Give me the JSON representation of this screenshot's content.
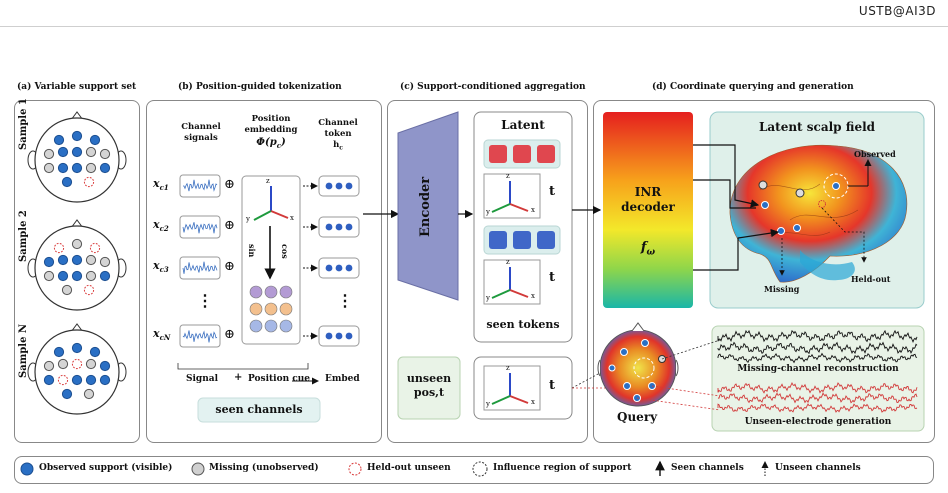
{
  "brand": "USTB@AI3D",
  "panels": {
    "a": {
      "title": "(a) Variable support set",
      "samples": [
        "Sample 1",
        "Sample 2",
        "Sample N"
      ]
    },
    "b": {
      "title": "(b) Position-guided tokenization",
      "col_channel_signals": [
        "Channel",
        "signals"
      ],
      "col_position_embedding": [
        "Position",
        "embedding"
      ],
      "phi": "Φ(p",
      "phi_sub": "c",
      "phi_close": ")",
      "col_channel_token": [
        "Channel",
        "token"
      ],
      "hc": "h",
      "hc_sub": "c",
      "rows": [
        "c1",
        "c2",
        "c3",
        "cN"
      ],
      "x_label": "x",
      "oplus": "⊕",
      "sin": "sin",
      "cos": "cos",
      "dots": "⋮",
      "bottom_signal": "Signal",
      "plus": "+",
      "bottom_position_cue": "Position cue",
      "bottom_embed": "Embed",
      "seen_channels": "seen channels",
      "axes": [
        "z",
        "y",
        "x"
      ]
    },
    "c": {
      "title": "(c) Support-conditioned aggregation",
      "encoder": "Encoder",
      "latent": "Latent",
      "t": "t",
      "seen_tokens": "seen tokens",
      "unseen": [
        "unseen",
        "pos,t"
      ]
    },
    "d": {
      "title": "(d) Coordinate querying and generation",
      "inr": [
        "INR",
        "decoder"
      ],
      "f": "f",
      "f_sub": "ω",
      "latent_field": "Latent scalp field",
      "observed": "Observed",
      "held_out": "Held-out",
      "missing": "Missing",
      "query": "Query",
      "missing_recon": "Missing-channel reconstruction",
      "unseen_gen": "Unseen-electrode  generation"
    }
  },
  "legend": [
    "Observed support (visible)",
    "Missing (unobserved)",
    "Held-out unseen",
    "Influence region of support",
    "Seen channels",
    "Unseen channels"
  ],
  "colors": {
    "observed": "#2a6fc4",
    "missing": "#cfcfcf",
    "heldout": "#d93b3b",
    "token_red": "#e0474f",
    "token_blue": "#3f67c8",
    "panel_green": "#e9f3e7"
  }
}
